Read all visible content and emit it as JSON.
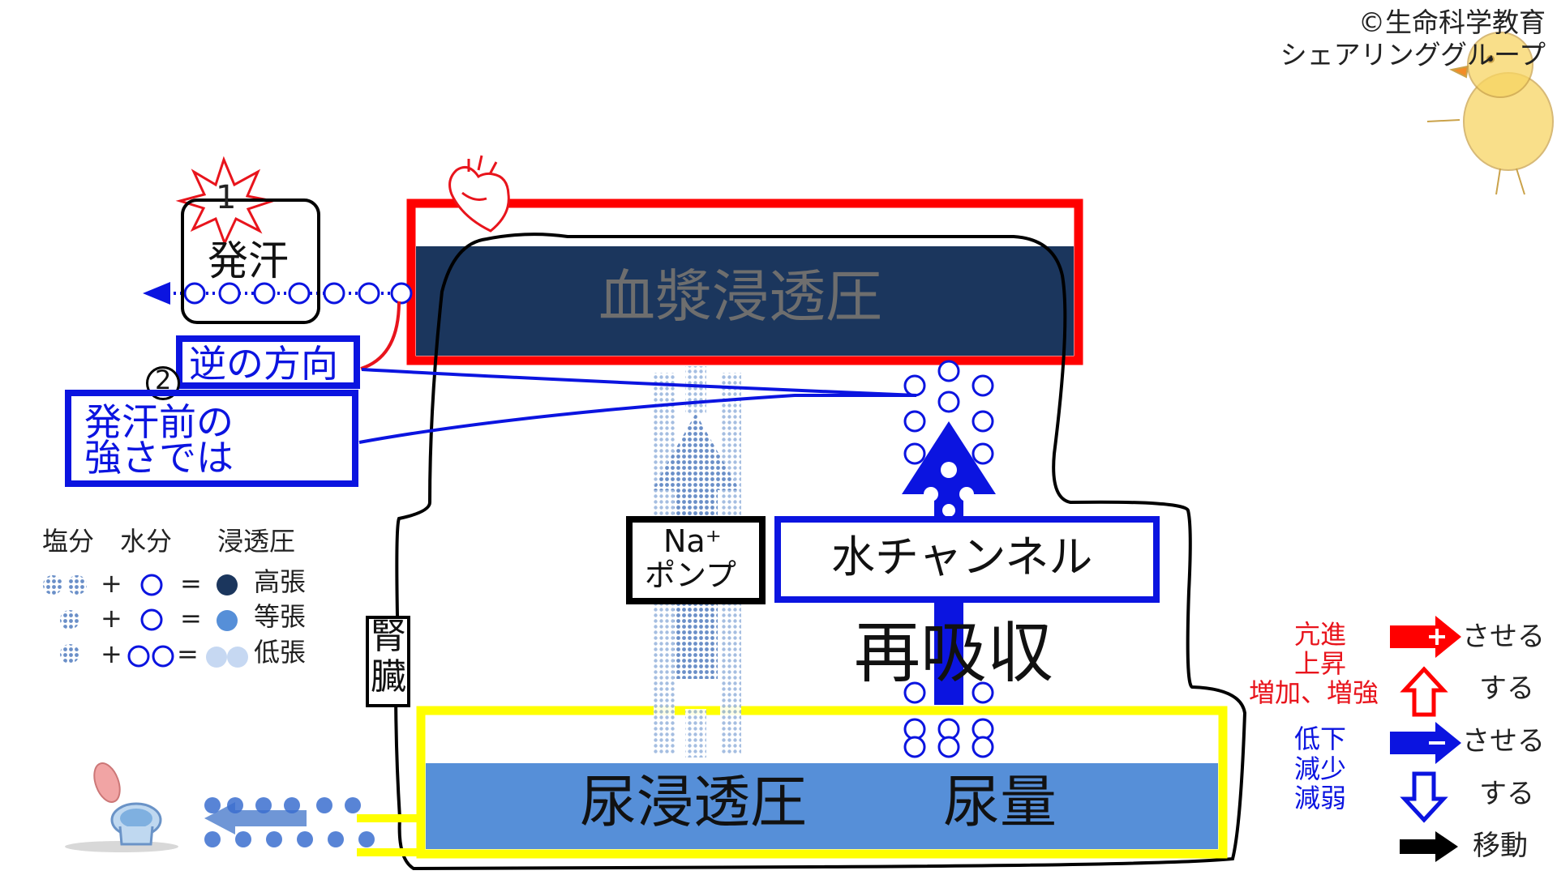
{
  "copyright": {
    "line1": "©生命科学教育",
    "line2": "シェアリンググループ"
  },
  "sweat": {
    "badge": "1",
    "label": "発汗"
  },
  "reverse": {
    "badge": "2",
    "label": "逆の方向"
  },
  "pre_sweat": {
    "line1": "発汗前の",
    "line2": "強さでは"
  },
  "plasma": {
    "label": "血漿浸透圧",
    "color": "#1b365d",
    "border": "#ff0000"
  },
  "kidney": {
    "line1": "腎",
    "line2": "臓"
  },
  "pump": {
    "line1": "Na⁺",
    "line2": "ポンプ"
  },
  "channel": {
    "label": "水チャンネル"
  },
  "reabsorb": {
    "label": "再吸収"
  },
  "urine": {
    "osmotic": "尿浸透圧",
    "volume": "尿量",
    "color": "#568fd8",
    "border": "#ffff00"
  },
  "legend": {
    "headers": {
      "salt": "塩分",
      "water": "水分",
      "osmotic": "浸透圧"
    },
    "plus": "+",
    "equals": "=",
    "rows": [
      {
        "result": "高張"
      },
      {
        "result": "等張"
      },
      {
        "result": "低張"
      }
    ]
  },
  "key": {
    "red_words": [
      "亢進",
      "上昇",
      "増加、増強"
    ],
    "blue_words": [
      "低下",
      "減少",
      "減弱"
    ],
    "cause_label": "させる",
    "self_label": "する",
    "move_label": "移動"
  },
  "icons": [
    "heart-icon",
    "toilet-icon",
    "chick-icon",
    "starburst-icon"
  ]
}
